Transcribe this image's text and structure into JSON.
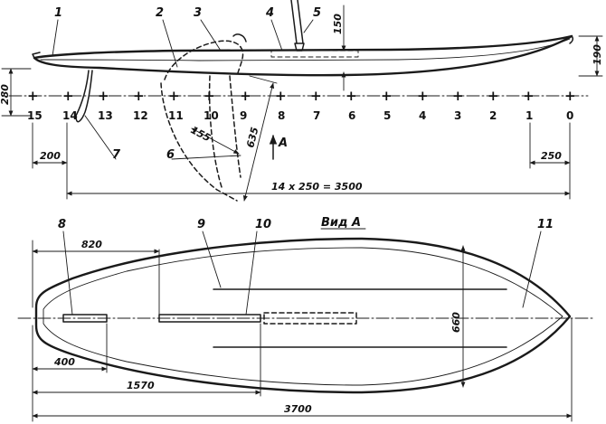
{
  "side_view": {
    "callouts": [
      "1",
      "2",
      "3",
      "4",
      "5",
      "6",
      "7"
    ],
    "stations": [
      "15",
      "14",
      "13",
      "12",
      "11",
      "10",
      "9",
      "8",
      "7",
      "6",
      "5",
      "4",
      "3",
      "2",
      "1",
      "0"
    ],
    "dimensions": {
      "fin_height": "150",
      "bow_height": "190",
      "stern_height": "280",
      "stern_offset": "200",
      "bow_offset": "250",
      "mast_step_a": "155",
      "mast_step_b": "635",
      "station_spacing": "14 x 250 = 3500"
    },
    "view_arrow": "A"
  },
  "plan_view": {
    "title": "Вид А",
    "callouts": [
      "8",
      "9",
      "10",
      "11"
    ],
    "dimensions": {
      "mast_foot": "820",
      "beam": "660",
      "daggerboard": "400",
      "footstrap": "1570",
      "overall_length": "3700"
    }
  }
}
